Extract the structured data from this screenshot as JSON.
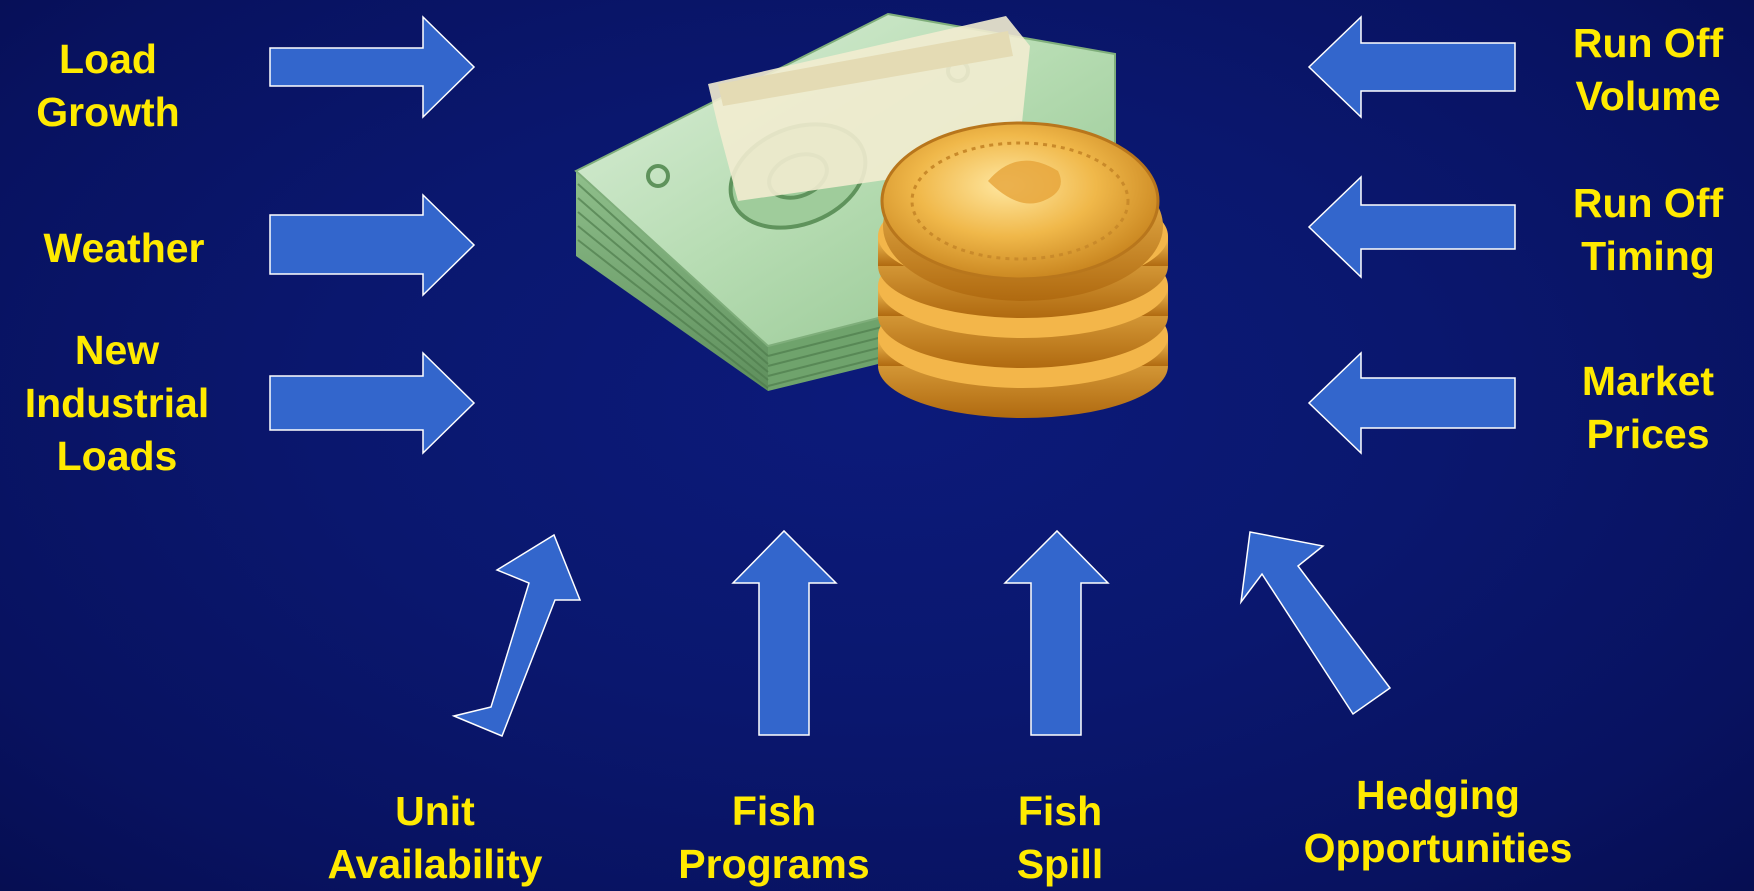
{
  "colors": {
    "background": "#0a176e",
    "label": "#ffea00",
    "arrow_fill": "#3366cc",
    "arrow_stroke": "#ffffff"
  },
  "center_icon": "money-stack-with-coins-icon",
  "inputs_left": [
    {
      "line1": "Load",
      "line2": "Growth"
    },
    {
      "line1": "Weather"
    },
    {
      "line1": "New",
      "line2": "Industrial",
      "line3": "Loads"
    }
  ],
  "inputs_right": [
    {
      "line1": "Run Off",
      "line2": "Volume"
    },
    {
      "line1": "Run Off",
      "line2": "Timing"
    },
    {
      "line1": "Market",
      "line2": "Prices"
    }
  ],
  "inputs_bottom": [
    {
      "line1": "Unit",
      "line2": "Availability"
    },
    {
      "line1": "Fish",
      "line2": "Programs"
    },
    {
      "line1": "Fish",
      "line2": "Spill"
    },
    {
      "line1": "Hedging",
      "line2": "Opportunities"
    }
  ]
}
